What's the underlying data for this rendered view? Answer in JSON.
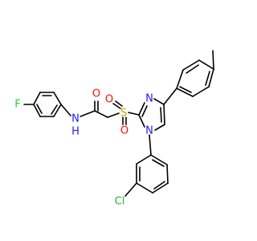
{
  "molecule": {
    "atoms": {
      "fluorine": "F",
      "amide_nitrogen": "N",
      "amide_hydrogen": "H",
      "carbonyl_oxygen": "O",
      "sulfur": "S",
      "sulfonyl_oxygen_left": "O",
      "sulfonyl_oxygen_bottom": "O",
      "imidazole_n3": "N",
      "imidazole_n1": "N",
      "chlorine": "Cl"
    },
    "colors": {
      "bond": "#000000",
      "carbon_label": "#000000",
      "nitrogen": "#1a1aff",
      "oxygen": "#ff0d0d",
      "sulfur": "#c8a400",
      "fluorine": "#33cc33",
      "chlorine": "#1fb81f"
    }
  }
}
